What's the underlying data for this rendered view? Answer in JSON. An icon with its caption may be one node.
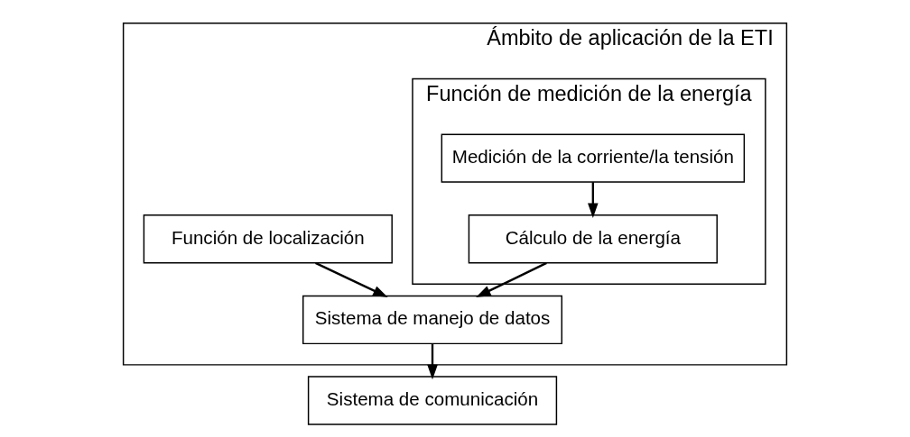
{
  "diagram": {
    "nodes": [
      {
        "text": [
          "Ámbito de aplicación de la ETI"
        ]
      },
      {
        "text": [
          "Función de medición de la energía"
        ],
        "in": 0
      },
      {
        "text": [
          "Medición de la corriente/la tensión"
        ],
        "in": 1
      },
      {
        "text": [
          "Cálculo de la energía"
        ],
        "in": 1
      },
      {
        "text": [
          "Sistema de manejo de datos"
        ],
        "in": 0
      },
      {
        "text": [
          "Función de localización"
        ],
        "in": 0
      },
      {
        "text": [
          "Sistema de comunicación"
        ]
      }
    ],
    "edges": [
      {
        "from": 2,
        "to": 3,
        "arrow": "to"
      },
      {
        "from": 3,
        "to": 4,
        "arrow": "to"
      },
      {
        "from": 5,
        "to": 4,
        "arrow": "to"
      },
      {
        "from": 4,
        "to": 6,
        "arrow": "to"
      }
    ]
  }
}
